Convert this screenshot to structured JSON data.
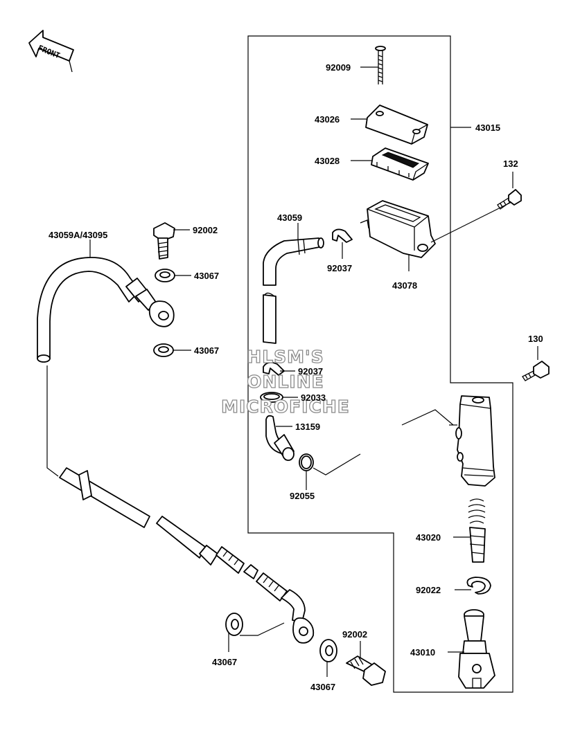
{
  "front_arrow": {
    "label": "FRONT"
  },
  "watermark": {
    "line1": "HLSM'S",
    "line2": "ONLINE",
    "line3": "MICROFICHE"
  },
  "labels": {
    "p92009": "92009",
    "p43026": "43026",
    "p43015": "43015",
    "p43028": "43028",
    "p132": "132",
    "p43059": "43059",
    "p92037a": "92037",
    "p43078": "43078",
    "p43059a_43095": "43059A/43095",
    "p92002a": "92002",
    "p43067a": "43067",
    "p43067b": "43067",
    "p130": "130",
    "p92037b": "92037",
    "p92033": "92033",
    "p13159": "13159",
    "p92055": "92055",
    "p43020": "43020",
    "p92022": "92022",
    "p43010": "43010",
    "p92002b": "92002",
    "p43067c": "43067",
    "p43067d": "43067"
  }
}
